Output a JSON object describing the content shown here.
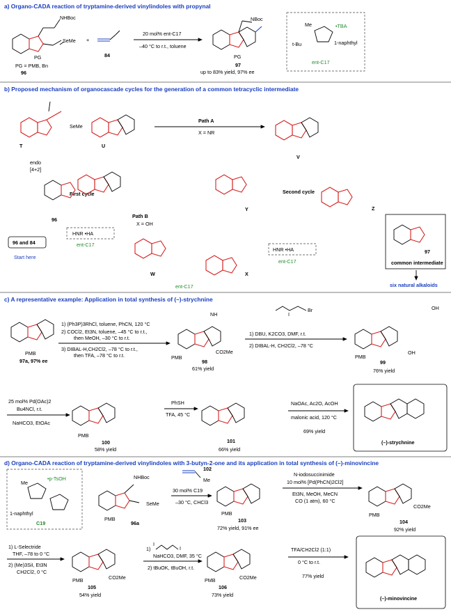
{
  "sections": {
    "a": "a) Organo-CADA reaction of tryptamine-derived vinylindoles with propynal",
    "b": "b) Proposed mechanism of organocascade cycles for the generation of a common tetracyclic intermediate",
    "c": "c) A representative example: Application in total synthesis of (–)-strychnine",
    "d": "d) Organo-CADA reaction of tryptamine-derived vinylindoles with 3-butyn-2-one and its application in total synthesis of (–)-minovincine"
  },
  "a": {
    "reactant_label": "96",
    "pg_note": "PG = PMB, Bn",
    "alkyne_label": "84",
    "conditions_1": "20 mol% ent-C17",
    "conditions_2": "–40 °C to r.t., toluene",
    "product_label": "97",
    "yield": "up to 83% yield, 97% ee",
    "catalyst_label": "ent-C17",
    "catalyst_me": "Me",
    "catalyst_tbu": "t-Bu",
    "catalyst_tba": "•TBA",
    "catalyst_naph": "1-naphthyl",
    "nhboc": "NHBoc",
    "nboc": "NBoc",
    "seme": "SeMe",
    "pg": "PG"
  },
  "b": {
    "T": "T",
    "U": "U",
    "V": "V",
    "W": "W",
    "X": "X",
    "Y": "Y",
    "Z": "Z",
    "endo": "endo",
    "cyclo": "[4+2]",
    "first_cycle": "First cycle",
    "second_cycle": "Second cycle",
    "path_a": "Path A",
    "path_a_x": "X = NR",
    "path_b": "Path B",
    "path_b_x": "X = OH",
    "cat_salt": "HNR  •HA",
    "cat_name": "ent-C17",
    "start_box": "96 and 84",
    "start_here": "Start here",
    "sm_label": "96",
    "common_label": "97",
    "common_intermediate": "common intermediate",
    "six_alkaloids": "six natural alkaloids"
  },
  "c": {
    "sm_label": "97a, 97% ee",
    "step1": "1) (Ph3P)3RhCl, toluene, PhCN, 120 °C",
    "step2a": "2) COCl2, Et3N, toluene, –45 °C to r.t.,",
    "step2b": "then MeOH, –30 °C to r.t.",
    "step3a": "3) DIBAL-H,CH2Cl2, –78 °C to r.t.,",
    "step3b": "then TFA, –78 °C to r.t.",
    "cmpd98": "98",
    "yield98": "61% yield",
    "reagent_top": "1) DBU, K2CO3, DMF, r.t.",
    "reagent_bottom": "2) DIBAL-H, CH2Cl2, –78 °C",
    "cmpd99": "99",
    "yield99": "76% yield",
    "pd1": "25 mol% Pd(OAc)2",
    "pd2": "Bu4NCl, r.t.",
    "pd3": "NaHCO3, EtOAc",
    "cmpd100": "100",
    "yield100": "58% yield",
    "phsh1": "PhSH",
    "phsh2": "TFA, 45 °C",
    "cmpd101": "101",
    "yield101": "66% yield",
    "last1": "NaOAc, Ac2O, AcOH",
    "last2": "malonic acid, 120 °C",
    "yield_last": "69% yield",
    "final": "(–)-strychnine",
    "co2me": "CO2Me",
    "pmb": "PMB",
    "oh": "OH",
    "nh": "NH"
  },
  "d": {
    "catalyst": "C19",
    "tsoh": "•p-TsOH",
    "naph": "1-naphthyl",
    "me": "Me",
    "sm": "96a",
    "alkyne": "102",
    "cond1": "30 mol% C19",
    "cond2": "–30 °C, CHCl3",
    "cmpd103": "103",
    "yield103": "72% yield, 91% ee",
    "nis": "N-iodosuccinimide",
    "pd": "10 mol% [Pd(PhCN)2Cl2]",
    "et3n": "Et3N, MeOH, MeCN",
    "co": "CO (1 atm), 60 °C",
    "cmpd104": "104",
    "yield104": "92% yield",
    "ls1": "1) L-Selectride",
    "ls2": "THF, –78 to 0 °C",
    "ls3": "2) (Me)3SiI, Et3N",
    "ls4": "CH2Cl2, 0 °C",
    "cmpd105": "105",
    "yield105": "54% yield",
    "dh1": "1)",
    "dh2": "NaHCO3, DMF, 35 °C",
    "dh3": "2) tBuOK, tBuOH, r.t.",
    "cmpd106": "106",
    "yield106": "73% yield",
    "tfa1": "TFA/CH2Cl2 (1:1)",
    "tfa2": "0 °C to r.t.",
    "yield_last": "77% yield",
    "final": "(–)-minovincine"
  }
}
